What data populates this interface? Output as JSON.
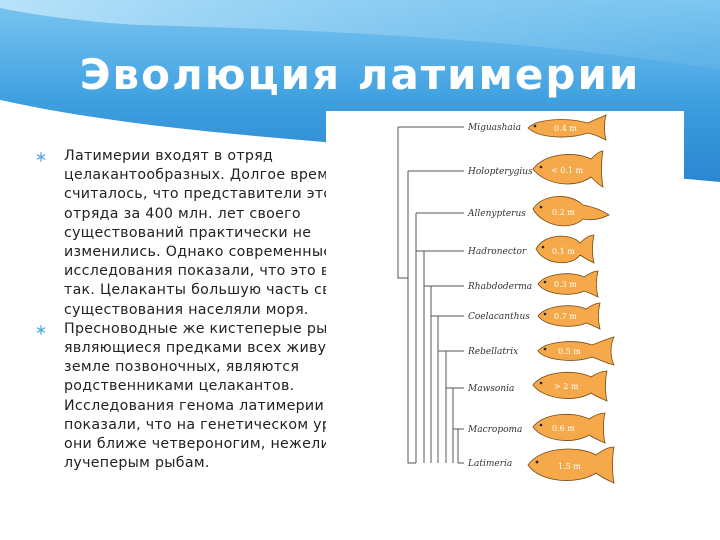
{
  "slide": {
    "title": "Эволюция латимерии",
    "bullets": [
      "Латимерии входят в отряд целакантообразных. Долгое время считалось, что представители этого отряда за 400 млн. лет своего существований практически не изменились. Однако современные исследования показали, что это вовсе не так. Целаканты большую часть своего существования населяли моря.",
      "Пресноводные же кистеперые рыбы являющиеся предками всех живущих на земле позвоночных, являются родственниками целакантов. Исследования генома латимерии показали, что на генетическом уровне они ближе четвероногим, нежели лучеперым рыбам."
    ]
  },
  "phylogeny": {
    "taxa": [
      {
        "name": "Miguashaia",
        "size": "0.4 m"
      },
      {
        "name": "Holopterygius",
        "size": "< 0.1 m"
      },
      {
        "name": "Allenypterus",
        "size": "0.2 m"
      },
      {
        "name": "Hadronector",
        "size": "0.1 m"
      },
      {
        "name": "Rhabdoderma",
        "size": "0.3 m"
      },
      {
        "name": "Coelacanthus",
        "size": "0.7 m"
      },
      {
        "name": "Rebellatrix",
        "size": "0.5 m"
      },
      {
        "name": "Mawsonia",
        "size": "> 2 m"
      },
      {
        "name": "Macropoma",
        "size": "0.6 m"
      },
      {
        "name": "Latimeria",
        "size": "1.5 m"
      }
    ]
  },
  "colors": {
    "banner_light": "#8fd0f3",
    "banner_dark": "#2f8fd8",
    "fish_fill": "#f5a94a",
    "fish_stroke": "#7a4a12",
    "bullet": "#5aa9dd"
  }
}
